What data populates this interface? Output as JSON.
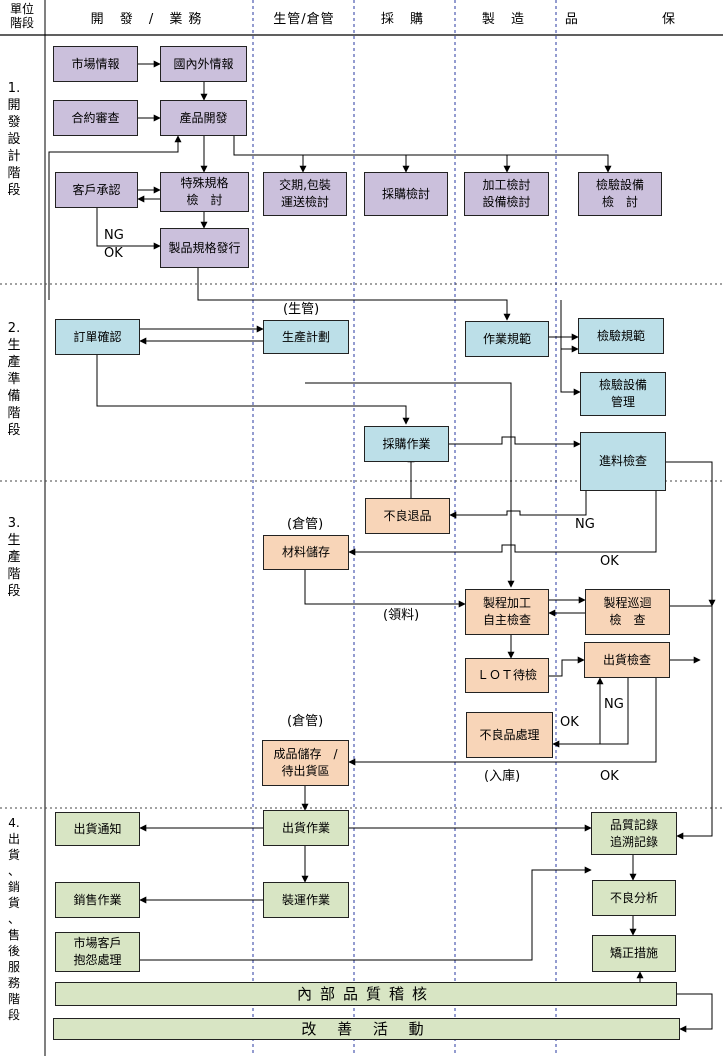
{
  "header": {
    "unit": "單位\n階段",
    "columns": [
      "開 發 / 業務",
      "生管/倉管",
      "採 購",
      "製 造",
      "品 保"
    ]
  },
  "stages": [
    "1.\n開\n發\n設\n計\n階\n段",
    "2.\n生\n產\n準\n備\n階\n段",
    "3.\n生\n產\n階\n段",
    "4.\n出\n貨\n、\n銷\n貨\n、\n售\n後\n服\n務\n階\n段"
  ],
  "boxes": {
    "market_info": "市場情報",
    "domestic_info": "國內外情報",
    "contract_review": "合約審查",
    "product_dev": "產品開發",
    "customer_approval": "客戶承認",
    "special_spec": "特殊規格\n檢　討",
    "delivery_packaging": "交期,包裝\n運送檢討",
    "purchase_review": "採購檢討",
    "process_review": "加工檢討\n設備檢討",
    "inspection_equip_review": "檢驗設備\n檢　討",
    "spec_issue": "製品規格發行",
    "order_confirm": "訂單確認",
    "production_plan": "生產計劃",
    "work_spec": "作業規範",
    "inspection_spec": "檢驗規範",
    "inspection_equip_mgmt": "檢驗設備\n管理",
    "purchase_op": "採購作業",
    "incoming_inspection": "進料檢查",
    "defect_return": "不良退品",
    "material_storage": "材料儲存",
    "process_self_check": "製程加工\n自主檢查",
    "process_patrol": "製程巡迴\n檢　查",
    "lot_wait": "ＬＯＴ待檢",
    "shipping_inspection": "出貨檢查",
    "defect_handling": "不良品處理",
    "finished_storage": "成品儲存　/\n待出貨區",
    "shipping_notice": "出貨通知",
    "shipping_op": "出貨作業",
    "quality_record": "品質記錄\n追溯記錄",
    "sales_op": "銷售作業",
    "loading_op": "裝運作業",
    "defect_analysis": "不良分析",
    "complaint": "市場客戶\n抱怨處理",
    "corrective_action": "矯正措施",
    "internal_audit": "內部品質稽核",
    "improvement": "改 善 活 動"
  },
  "labels": {
    "ng_1": "NG",
    "ok_1": "OK",
    "sheng_guan": "(生管)",
    "ng_2": "NG",
    "ok_2": "OK",
    "cang_guan_1": "(倉管)",
    "ling_liao": "(領料)",
    "ng_3": "NG",
    "ok_3": "OK",
    "cang_guan_2": "(倉管)",
    "ru_ku": "(入庫)",
    "ok_4": "OK"
  }
}
